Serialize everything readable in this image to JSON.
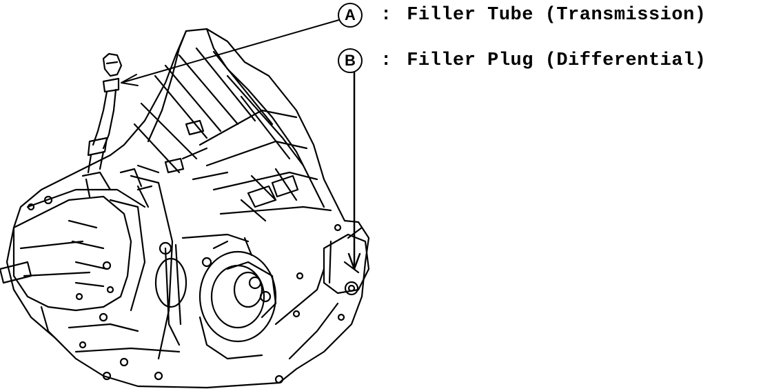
{
  "colors": {
    "ink": "#000000",
    "background": "#ffffff"
  },
  "legend": [
    {
      "badge": "A",
      "separator": ":",
      "text": "Filler Tube (Transmission)"
    },
    {
      "badge": "B",
      "separator": ":",
      "text": "Filler Plug (Differential)"
    }
  ],
  "icons": {
    "main": "transaxle-line-drawing",
    "filler_tube": "filler-tube-icon",
    "filler_plug": "filler-plug-icon"
  }
}
